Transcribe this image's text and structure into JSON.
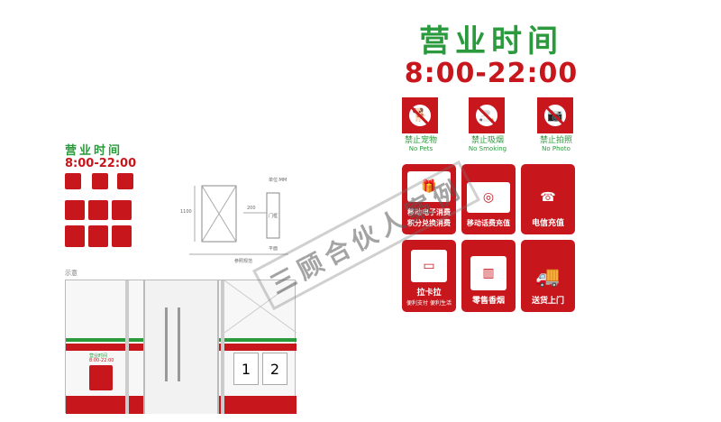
{
  "large_sign": {
    "title": "营业时间",
    "hours": "8:00-22:00",
    "prohibitions": [
      {
        "label": "禁止宠物",
        "sub": "No Pets",
        "icon": "dog-icon"
      },
      {
        "label": "禁止吸烟",
        "sub": "No Smoking",
        "icon": "cigarette-icon"
      },
      {
        "label": "禁止拍照",
        "sub": "No Photo",
        "icon": "camera-icon"
      }
    ],
    "services": [
      {
        "label": "移动电子消费\n积分兑换消费",
        "icon": "gift-icon"
      },
      {
        "label": "移动话费充值",
        "icon": "china-mobile-icon"
      },
      {
        "label": "电信充值",
        "icon": "china-telecom-icon"
      },
      {
        "label": "拉卡拉",
        "sub": "便利支付 便利生活",
        "icon": "card-icon"
      },
      {
        "label": "零售香烟",
        "icon": "cigarette-box-icon"
      },
      {
        "label": "送货上门",
        "icon": "truck-icon"
      }
    ]
  },
  "small_sign": {
    "title": "营业时间",
    "hours": "8:00-22:00"
  },
  "drawing": {
    "dim_1100": "1100",
    "dim_200": "200",
    "label_door": "门框",
    "label_top": "单位:MM",
    "label_bottom": "平面",
    "label_bottom2": "参照规范"
  },
  "storefront": {
    "caption": "示意",
    "mini_title": "营业时间",
    "mini_hours": "8:00-22:00",
    "panel_1": "1",
    "panel_2": "2"
  },
  "watermark": "三顾合伙人案例",
  "colors": {
    "red": "#c8161d",
    "green": "#2a9a3c"
  }
}
